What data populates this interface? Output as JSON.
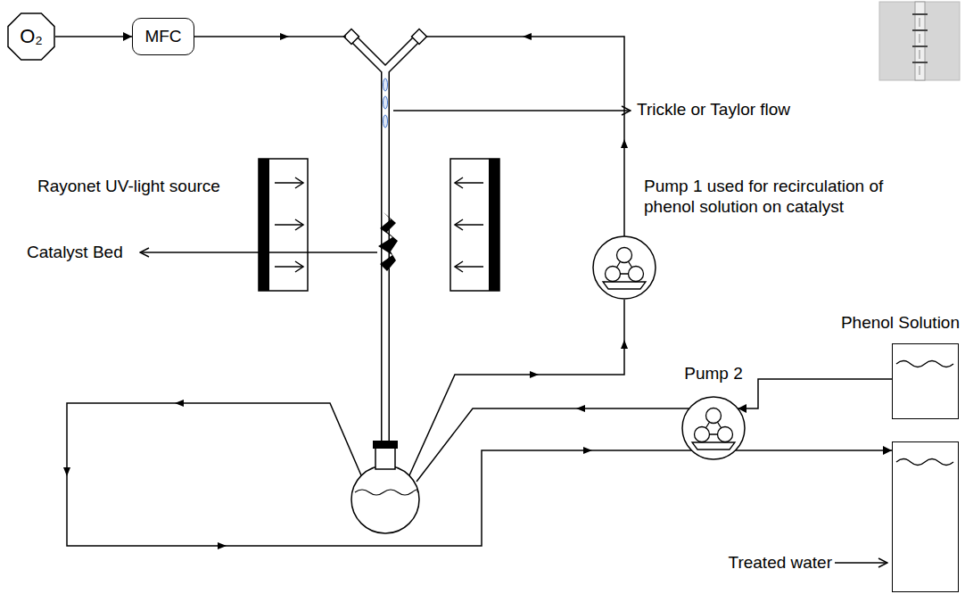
{
  "diagram": {
    "nodes": [
      {
        "text": [
          "O₂"
        ]
      },
      {
        "text": [
          "MFC"
        ]
      },
      {
        "text": [
          "Pump 1 used for recirculation of phenol solution on catalyst"
        ]
      },
      {
        "text": [
          "Phenol Solution"
        ]
      },
      {
        "text": [
          "Pump 2"
        ]
      },
      {
        "text": [
          "Treated water"
        ]
      }
    ],
    "edges": [
      {
        "from": 0,
        "to": 1,
        "arrow": "to"
      },
      {
        "from": 3,
        "to": 4,
        "arrow": "to"
      },
      {
        "from": 4,
        "to": 5,
        "arrow": "to"
      }
    ],
    "labels": [
      "Trickle or Taylor flow",
      "Rayonet UV-light source",
      "Catalyst Bed"
    ]
  }
}
